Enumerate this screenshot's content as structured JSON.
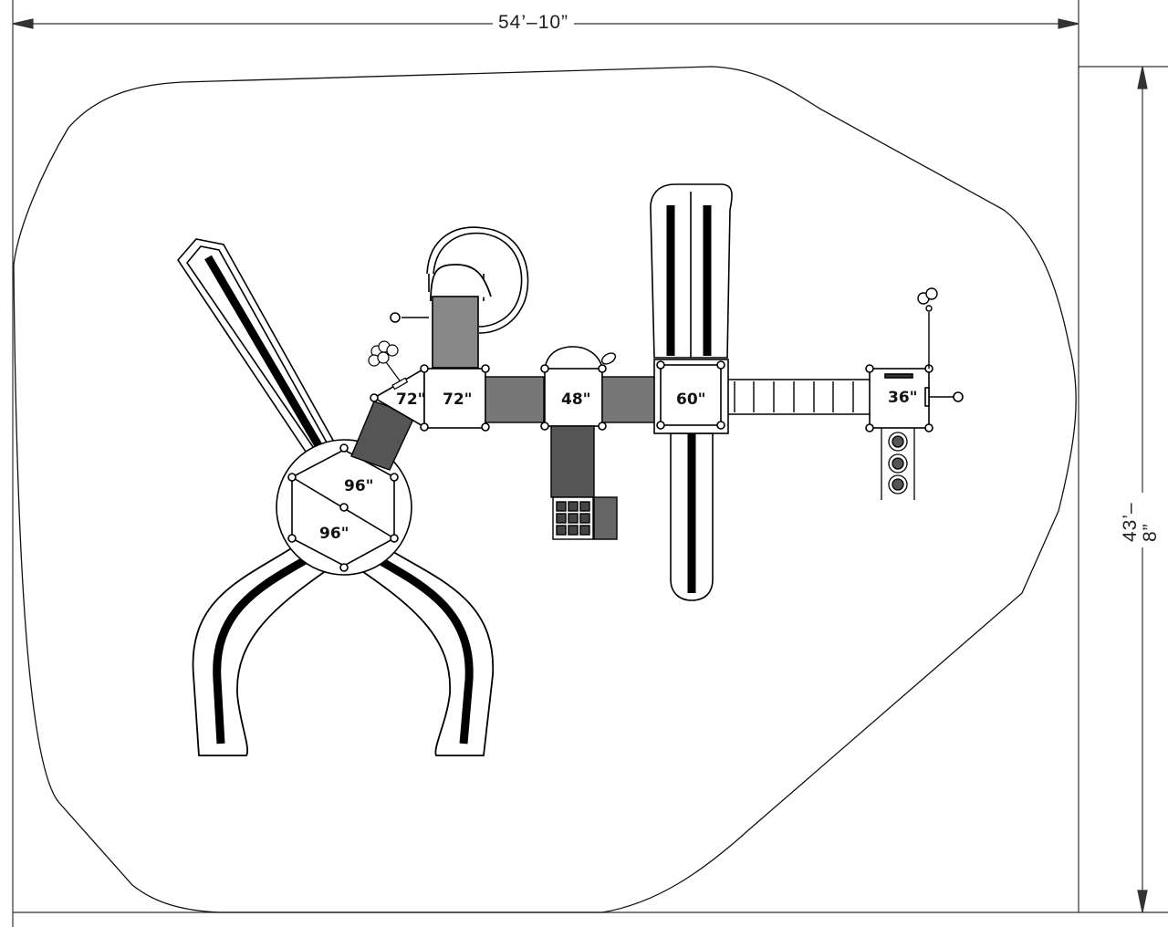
{
  "drawing": {
    "type": "playground plan view",
    "colors": {
      "line": "#000000",
      "background": "#ffffff",
      "dimension_line": "#333333"
    }
  },
  "dimensions": {
    "width": "54’–10”",
    "depth": "43’–8”"
  },
  "decks": [
    {
      "id": "deck-96-upper",
      "label": "96\""
    },
    {
      "id": "deck-96-lower",
      "label": "96\""
    },
    {
      "id": "deck-72-triangle",
      "label": "72\""
    },
    {
      "id": "deck-72-square",
      "label": "72\""
    },
    {
      "id": "deck-48",
      "label": "48\""
    },
    {
      "id": "deck-60",
      "label": "60\""
    },
    {
      "id": "deck-36",
      "label": "36\""
    }
  ],
  "components": [
    "straight-slide-northwest",
    "curved-slide-southwest",
    "curved-slide-southeast",
    "double-slide-north",
    "slide-south",
    "spiral-slide",
    "climbing-ramp",
    "bridge-72-48",
    "bridge-48-60",
    "ladder-bridge-60-36",
    "stairs-48",
    "steering-wheel",
    "telescope",
    "binoculars",
    "panel-stepper",
    "balloon-panel"
  ]
}
